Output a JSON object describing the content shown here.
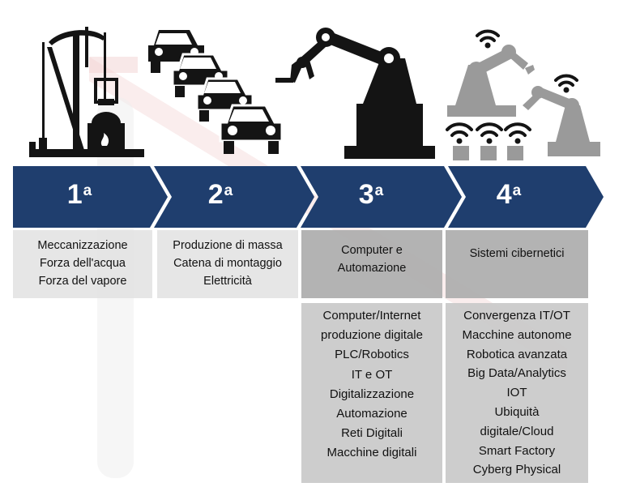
{
  "stages": [
    {
      "num": "1",
      "suffix": "a",
      "lines": [
        "Meccanizzazione",
        "Forza dell'acqua",
        "Forza del vapore"
      ]
    },
    {
      "num": "2",
      "suffix": "a",
      "lines": [
        "Produzione di massa",
        "Catena di montaggio",
        "Elettricità"
      ]
    },
    {
      "num": "3",
      "suffix": "a",
      "lines": [
        "Computer e",
        "Automazione"
      ],
      "details": [
        "Computer/Internet",
        "produzione digitale",
        "PLC/Robotics",
        "IT e OT",
        "Digitalizzazione",
        "Automazione",
        "Reti Digitali",
        "Macchine digitali"
      ]
    },
    {
      "num": "4",
      "suffix": "a",
      "lines": [
        "Sistemi cibernetici"
      ],
      "details": [
        "Convergenza IT/OT",
        "Macchine autonome",
        "Robotica avanzata",
        "Big Data/Analytics",
        "IOT",
        "Ubiquità",
        "digitale/Cloud",
        "Smart Factory",
        "Cyberg Physical"
      ]
    }
  ],
  "colors": {
    "arrow": "#1f3e6e",
    "box_light": "#e0e0e0",
    "box_dark": "#adadad",
    "icon_dark": "#141414",
    "icon_light": "#9a9a9a"
  },
  "icons": [
    "steam-engine-icon",
    "cars-assembly-icon",
    "robot-arm-icon",
    "iot-robots-icon"
  ]
}
